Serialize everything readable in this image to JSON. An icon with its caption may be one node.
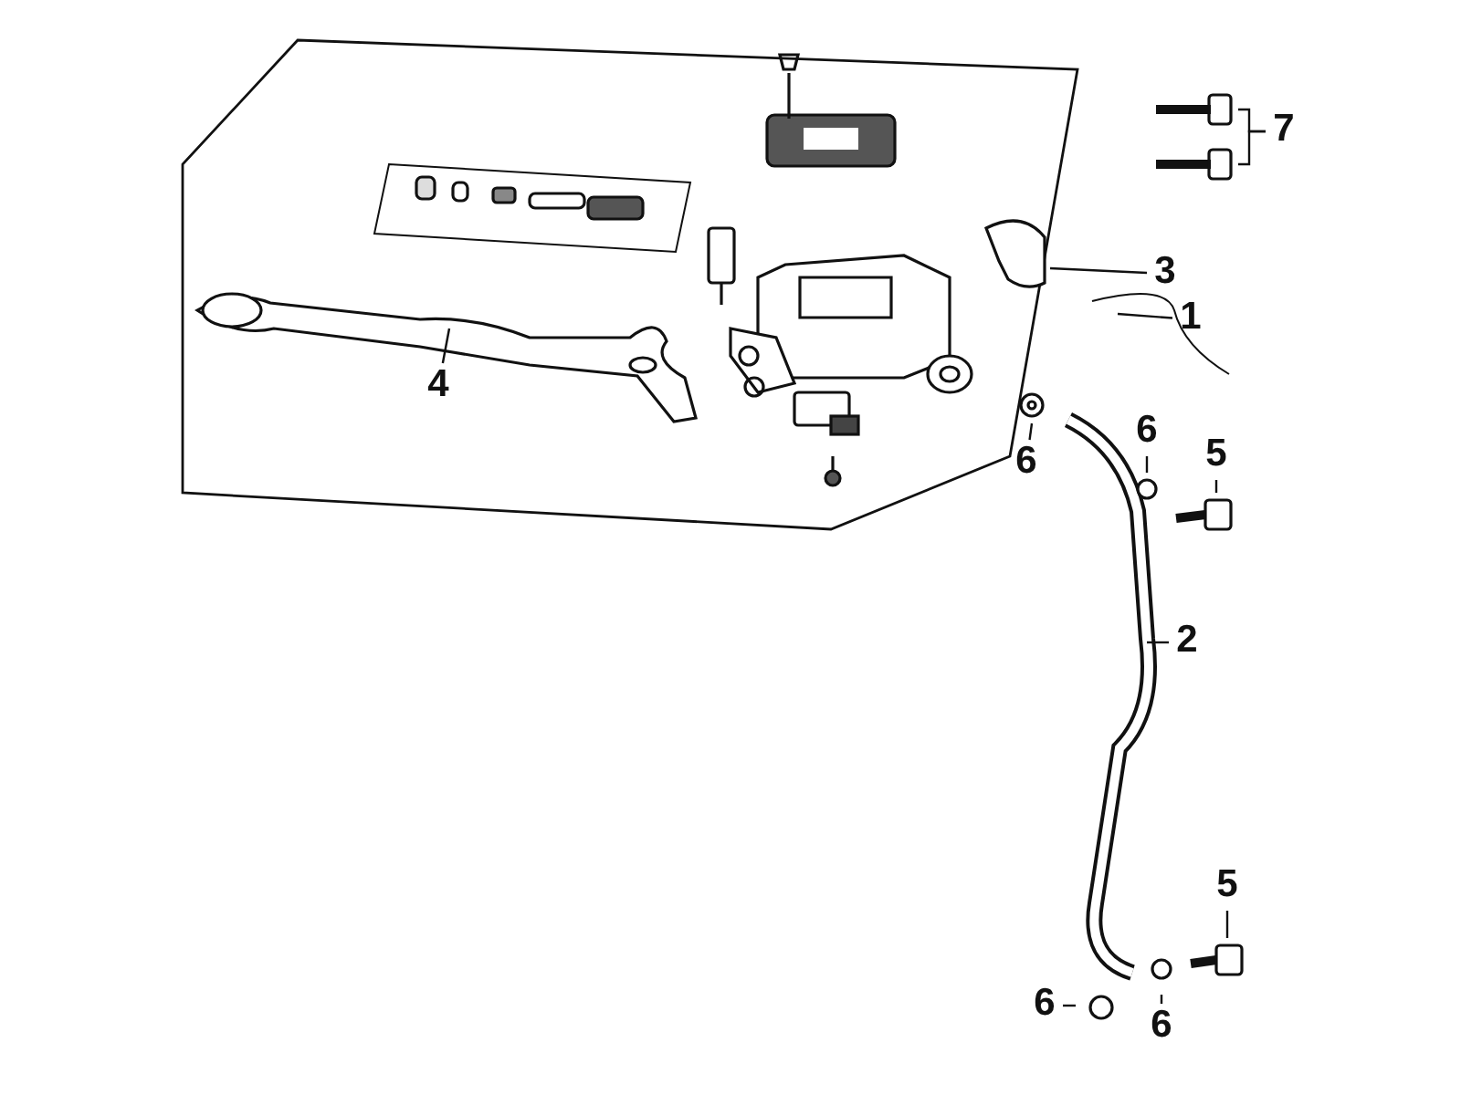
{
  "diagram": {
    "nodes": [
      {
        "text": [
          "7"
        ]
      },
      {
        "text": [
          "3"
        ]
      },
      {
        "text": [
          "1"
        ]
      },
      {
        "text": [
          "4"
        ]
      },
      {
        "text": [
          "6"
        ]
      },
      {
        "text": [
          "6"
        ]
      },
      {
        "text": [
          "5"
        ]
      },
      {
        "text": [
          "2"
        ]
      },
      {
        "text": [
          "5"
        ]
      },
      {
        "text": [
          "6"
        ]
      },
      {
        "text": [
          "6"
        ]
      }
    ],
    "edges": [
      {
        "from": 0,
        "to": null,
        "arrow": "none"
      },
      {
        "from": 0,
        "to": null,
        "arrow": "none"
      },
      {
        "from": 1,
        "to": null,
        "arrow": "none"
      },
      {
        "from": 2,
        "to": null,
        "arrow": "none"
      },
      {
        "from": 3,
        "to": null,
        "arrow": "none"
      },
      {
        "from": 4,
        "to": null,
        "arrow": "none"
      },
      {
        "from": 5,
        "to": null,
        "arrow": "none"
      },
      {
        "from": 6,
        "to": null,
        "arrow": "none"
      },
      {
        "from": 7,
        "to": null,
        "arrow": "none"
      },
      {
        "from": 8,
        "to": null,
        "arrow": "none"
      },
      {
        "from": 9,
        "to": null,
        "arrow": "none"
      },
      {
        "from": 10,
        "to": null,
        "arrow": "none"
      }
    ]
  }
}
